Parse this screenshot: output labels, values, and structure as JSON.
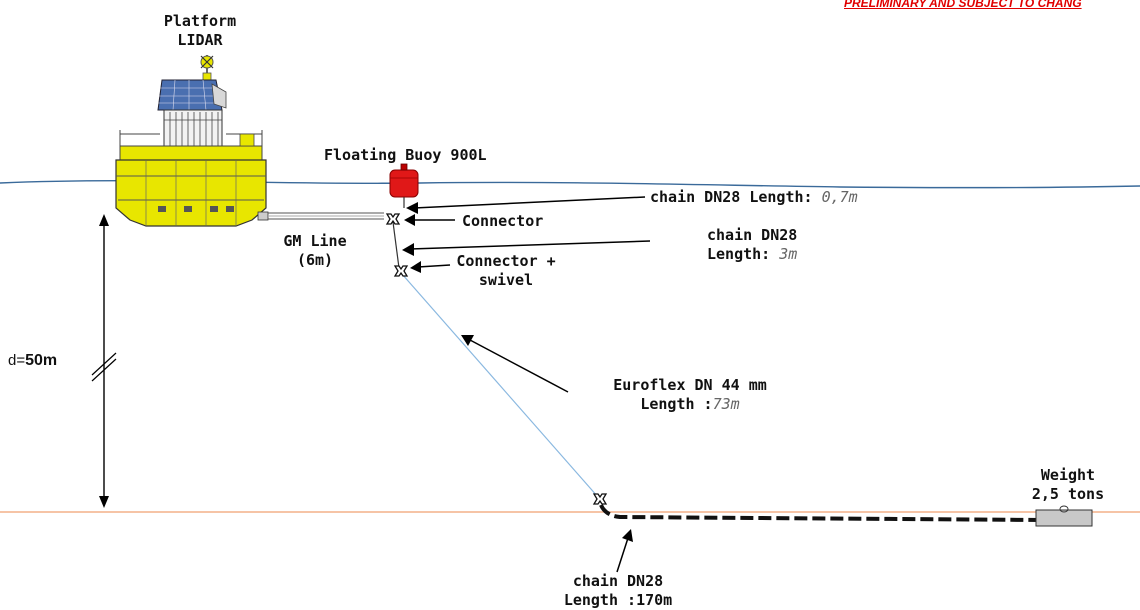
{
  "header": {
    "notice": "PRELIMINARY AND SUBJECT TO CHANG"
  },
  "platform": {
    "line1": "Platform",
    "line2": "LIDAR"
  },
  "floating_buoy": {
    "label": "Floating Buoy 900L"
  },
  "chain_top": {
    "name": "chain DN28 Length:",
    "value": "0,7m"
  },
  "connector": {
    "label": "Connector"
  },
  "gm_line": {
    "line1": "GM Line",
    "line2": "(6m)"
  },
  "chain_mid": {
    "name": "chain DN28",
    "length_prefix": "Length:",
    "length_value": "3m"
  },
  "connector_swivel": {
    "line1": "Connector +",
    "line2": "swivel"
  },
  "depth": {
    "prefix": "d=",
    "value": "50m"
  },
  "euroflex": {
    "name": "Euroflex DN 44 mm",
    "length_prefix": "Length :",
    "length_value": "73m"
  },
  "weight": {
    "line1": "Weight",
    "line2": "2,5 tons"
  },
  "chain_bottom": {
    "name": "chain DN28",
    "length_prefix": "Length :",
    "length_value": "170m"
  },
  "colors": {
    "water_line": "#3a6a9a",
    "seabed_line": "#f0a070",
    "platform_yellow": "#e8e600",
    "buoy_red": "#e01818",
    "solar_blue": "#4a6fb0",
    "rope_blue": "#8ab8e0",
    "notice_red": "#e00000"
  }
}
